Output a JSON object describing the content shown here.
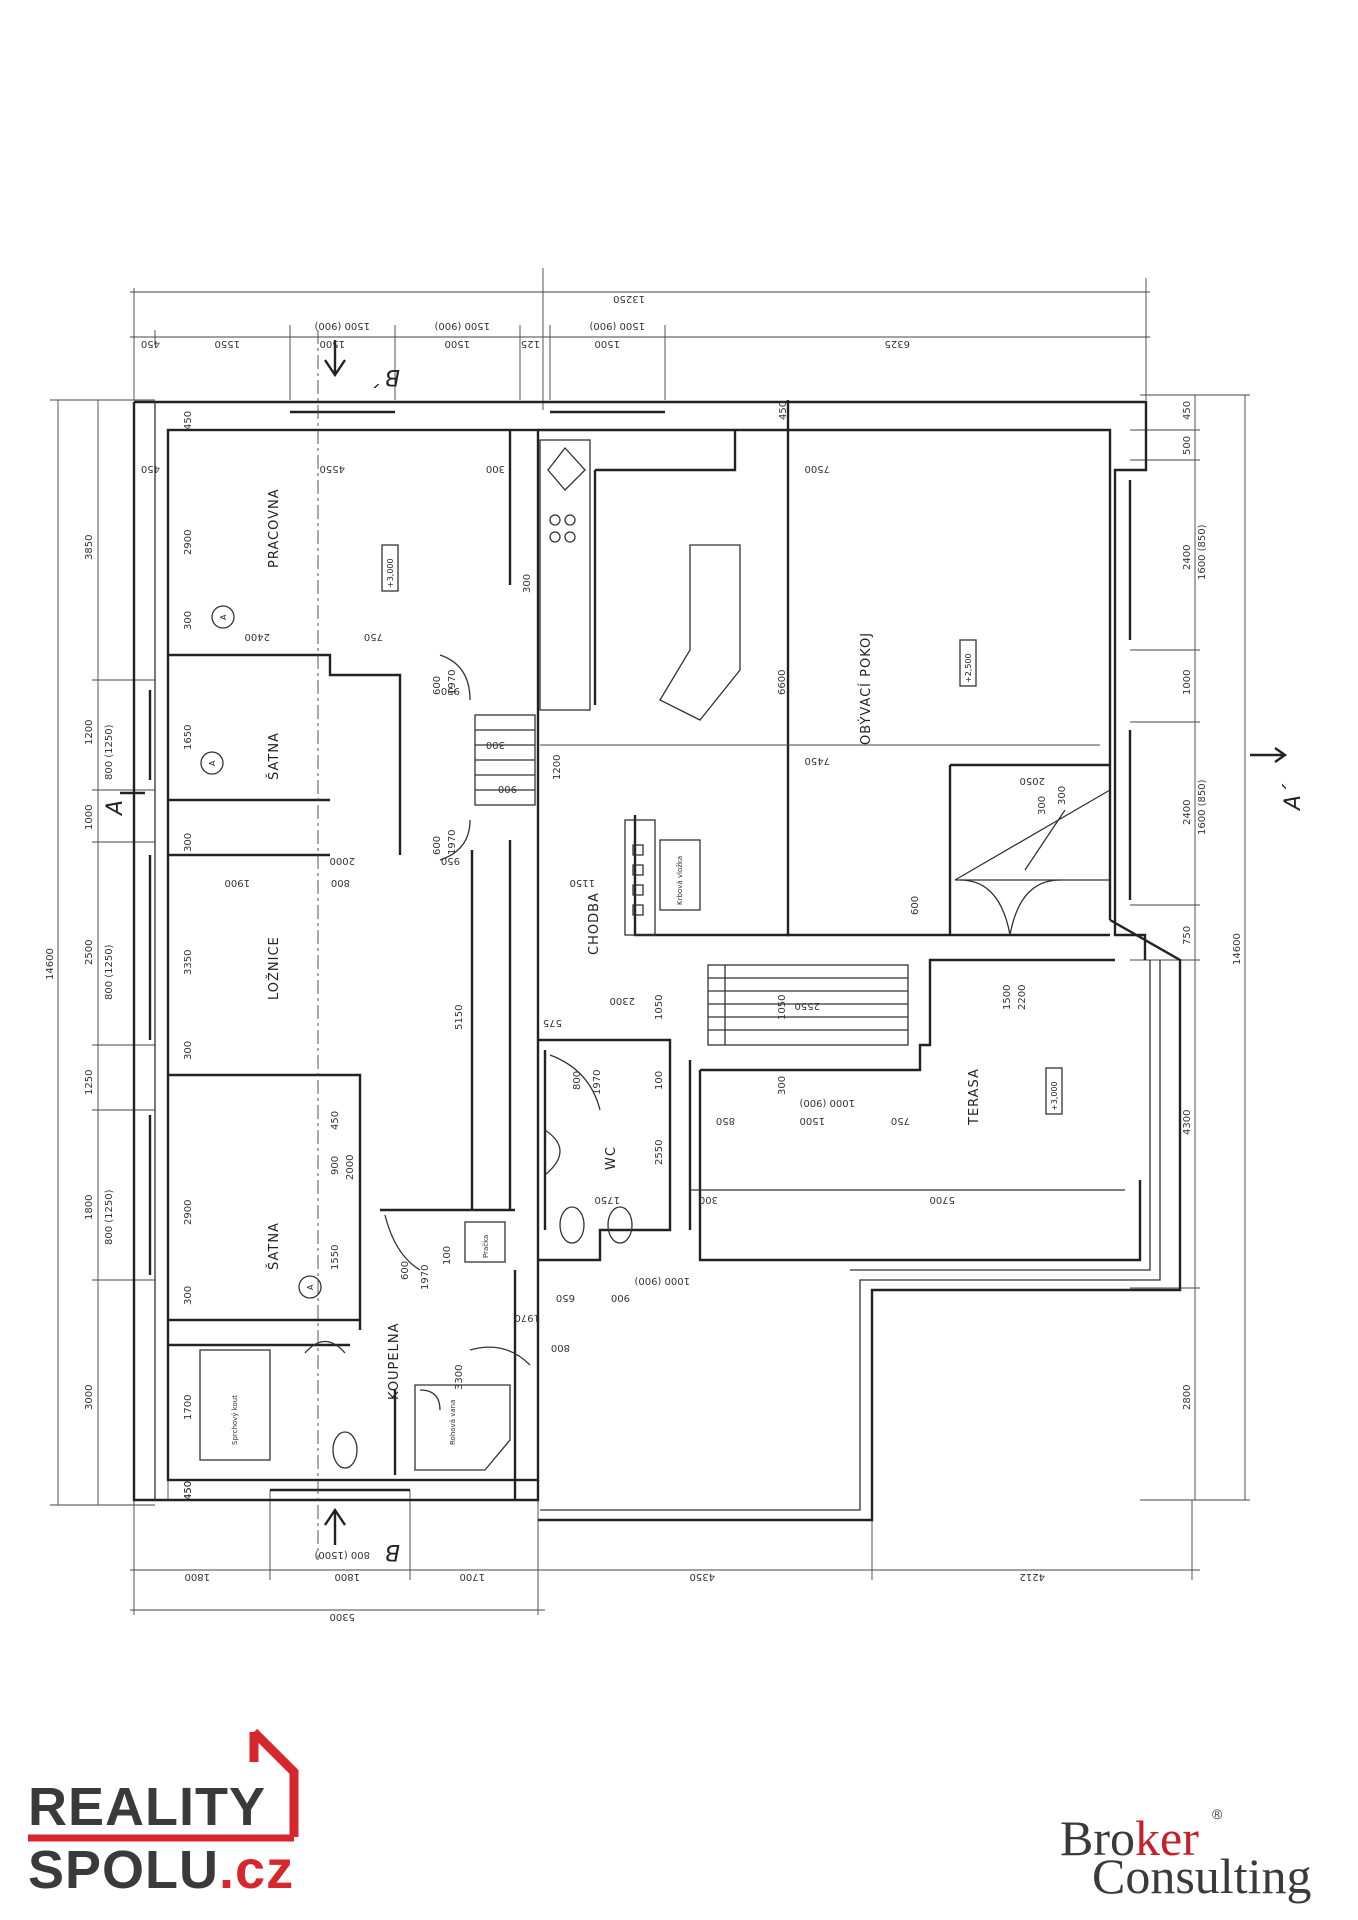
{
  "rooms": {
    "pracovna": "PRACOVNA",
    "satna_top": "ŠATNA",
    "loznice": "LOŽNICE",
    "satna_bottom": "ŠATNA",
    "koupelna": "KOUPELNA",
    "chodba": "CHODBA",
    "wc": "WC",
    "obyvaci_pokoj": "OBÝVACÍ POKOJ",
    "terasa": "TERASA"
  },
  "levels": {
    "pracovna": "+3,000",
    "obyvaci": "+2,500",
    "terasa": "+3,000"
  },
  "fixtures": {
    "sprchovy_kout": "Sprchový kout",
    "rohova_vana": "Rohová vana",
    "pracka": "Pračka",
    "krbova_vlozka": "Krbová vložka"
  },
  "section_marks": {
    "a_left": "A",
    "a_right": "A´",
    "b_top": "B´",
    "b_bottom": "B",
    "a_circle": "A"
  },
  "dims_top": {
    "overall": "13250",
    "d450": "450",
    "d1550": "1550",
    "d1500a": "1500",
    "d1500b": "1500",
    "d125": "125",
    "d1500c": "1500",
    "d6325": "6325",
    "w1": "1500 (900)",
    "w2": "1500 (900)",
    "w3": "1500 (900)"
  },
  "dims_bottom": {
    "d1800a": "1800",
    "d1800b": "1800",
    "d1700": "1700",
    "d4350": "4350",
    "d4212": "4212",
    "d5300": "5300",
    "w": "800 (1500)"
  },
  "dims_left": {
    "overall": "14600",
    "d3850": "3850",
    "d1200": "1200",
    "d1000": "1000",
    "d2500": "2500",
    "d1250": "1250",
    "d1800": "1800",
    "d3000": "3000",
    "w1": "800 (1250)",
    "w2": "800 (1250)",
    "w3": "800 (1250)",
    "i450a": "450",
    "i2900a": "2900",
    "i300a": "300",
    "i1650": "1650",
    "i300b": "300",
    "i3350": "3350",
    "i300c": "300",
    "i2900b": "2900",
    "i300d": "300",
    "i1700": "1700",
    "i450b": "450"
  },
  "dims_right": {
    "overall": "14600",
    "d450": "450",
    "d500": "500",
    "d2400a": "2400",
    "w1": "1600 (850)",
    "d1000": "1000",
    "d2400b": "2400",
    "w2": "1600 (850)",
    "d750": "750",
    "d4300": "4300",
    "d2800": "2800"
  },
  "dims_inner": {
    "d450a": "450",
    "d450b": "450",
    "d4550": "4550",
    "d300a": "300",
    "d7500": "7500",
    "d450c": "450",
    "d2400": "2400",
    "d750a": "750",
    "d300b": "300",
    "d600a": "600",
    "d1970a": "1970",
    "d950a": "950",
    "d6600": "6600",
    "d300c": "300",
    "d900": "900",
    "d1200": "1200",
    "d7450": "7450",
    "d2050": "2050",
    "d300d": "300",
    "d300e": "300",
    "d600b": "600",
    "d1970b": "1970",
    "d950b": "950",
    "d2000a": "2000",
    "d1900": "1900",
    "d800a": "800",
    "d1150": "1150",
    "d600c": "600",
    "d5150": "5150",
    "d2300": "2300",
    "d575": "575",
    "d1050": "1050",
    "d2550a": "2550",
    "d1050b": "1050",
    "d1500": "1500",
    "d2200": "2200",
    "d800b": "800",
    "d1970c": "1970",
    "d100a": "100",
    "d300f": "300",
    "d1500b": "1500",
    "d1000w": "1000 (900)",
    "d850": "850",
    "d750b": "750",
    "d2550b": "2550",
    "d450d": "450",
    "d900b": "900",
    "d2000b": "2000",
    "d1550": "1550",
    "d600d": "600",
    "d1970d": "1970",
    "d100b": "100",
    "d1750": "1750",
    "d300g": "300",
    "d5700": "5700",
    "d650": "650",
    "d900c": "900",
    "d1000b": "1000 (900)",
    "d1970e": "1970",
    "d800c": "800",
    "d3300": "3300"
  },
  "logos": {
    "reality_line1": "REALITY",
    "reality_line2": "SPOLU",
    "reality_tld": ".cz",
    "broker_b": "Bro",
    "broker_ker": "ker",
    "broker_consulting": "Consulting",
    "broker_reg": "®"
  },
  "colors": {
    "reality_red": "#d8262f",
    "logo_grey": "#3a3a3a",
    "broker_red": "#c8202a"
  }
}
